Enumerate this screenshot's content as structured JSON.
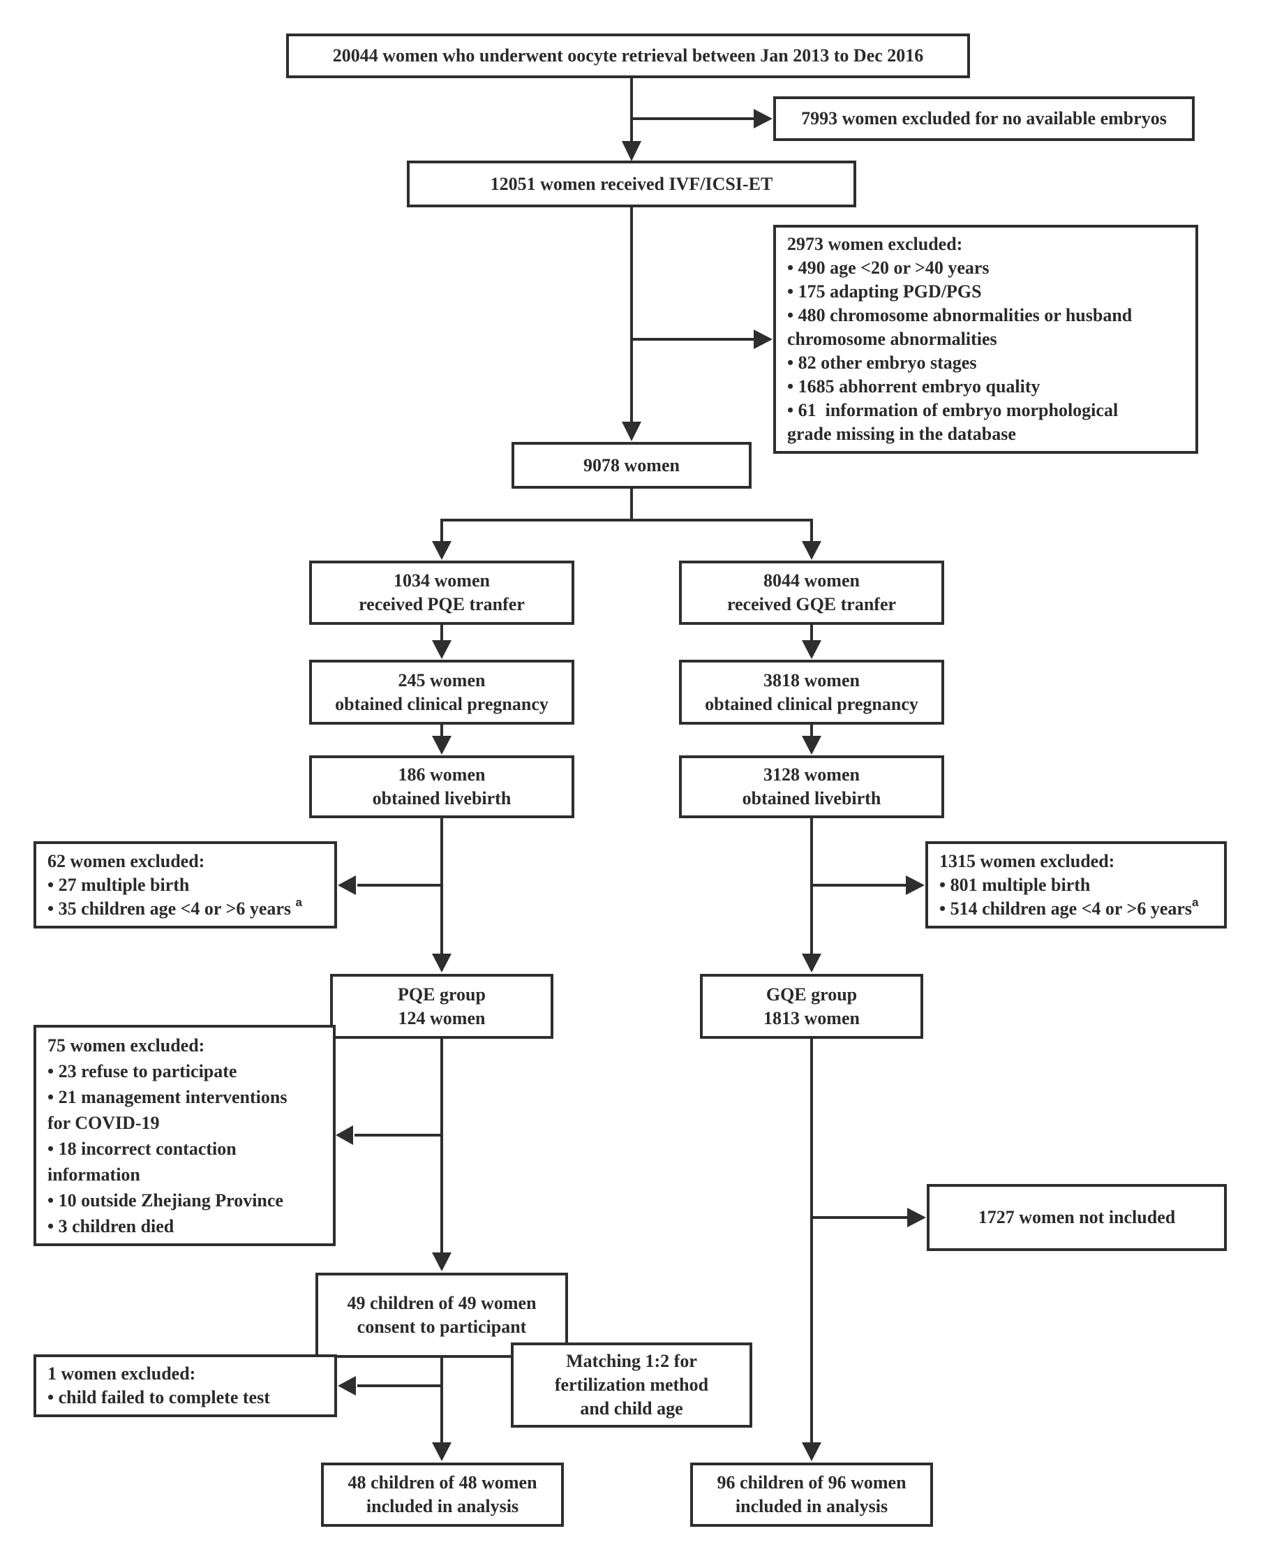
{
  "figure": {
    "background": "#ffffff",
    "line_color": "#2e2e2e",
    "text_color": "#2a2a2a"
  },
  "boxes": {
    "retrieval": {
      "lines": [
        "20044 women who underwent oocyte retrieval between Jan 2013 to Dec 2016"
      ]
    },
    "excl_no_embryos": {
      "lines": [
        "7993 women excluded for no available embryos"
      ]
    },
    "ivf_icsi": {
      "lines": [
        "12051 women received IVF/ICSI-ET"
      ]
    },
    "excl_2973": {
      "lines": [
        "2973 women excluded:",
        "• 490 age <20 or >40 years",
        "• 175 adapting PGD/PGS",
        "• 480 chromosome abnormalities or husband",
        "chromosome abnormalities",
        "• 82 other embryo stages",
        "• 1685 abhorrent embryo quality",
        "• 61  information of embryo morphological",
        "grade missing in the database"
      ]
    },
    "women_9078": {
      "lines": [
        "9078 women"
      ]
    },
    "pqe_transfer": {
      "lines": [
        "1034 women",
        "received PQE tranfer"
      ]
    },
    "gqe_transfer": {
      "lines": [
        "8044 women",
        "received GQE tranfer"
      ]
    },
    "pqe_pregnancy": {
      "lines": [
        "245 women",
        "obtained clinical pregnancy"
      ]
    },
    "gqe_pregnancy": {
      "lines": [
        "3818 women",
        "obtained clinical pregnancy"
      ]
    },
    "pqe_livebirth": {
      "lines": [
        "186 women",
        "obtained livebirth"
      ]
    },
    "gqe_livebirth": {
      "lines": [
        "3128 women",
        "obtained livebirth"
      ]
    },
    "excl_62": {
      "lines": [
        "62 women excluded:",
        "• 27 multiple birth",
        "• 35 children age <4 or >6 years "
      ],
      "superscript": "a"
    },
    "excl_1315": {
      "lines": [
        "1315 women excluded:",
        "• 801 multiple birth",
        "• 514 children age <4 or >6 years"
      ],
      "superscript": "a"
    },
    "pqe_group": {
      "lines": [
        "PQE group",
        "124 women"
      ]
    },
    "gqe_group": {
      "lines": [
        "GQE group",
        "1813 women"
      ]
    },
    "excl_75": {
      "lines": [
        "75 women excluded:",
        "• 23 refuse to participate",
        "• 21 management interventions",
        "for COVID-19",
        "• 18 incorrect contaction",
        "information",
        "• 10 outside Zhejiang Province",
        "• 3 children died"
      ]
    },
    "not_included": {
      "lines": [
        "1727 women not included"
      ]
    },
    "consent": {
      "lines": [
        "49 children of 49 women",
        "consent to participant"
      ]
    },
    "excl_1": {
      "lines": [
        "1 women excluded:",
        "• child failed to complete test"
      ]
    },
    "matching": {
      "lines": [
        "Matching 1:2 for",
        "fertilization method",
        "and child age"
      ]
    },
    "pqe_final": {
      "lines": [
        "48 children of 48 women",
        "included in analysis"
      ]
    },
    "gqe_final": {
      "lines": [
        "96 children of 96 women",
        "included in analysis"
      ]
    }
  }
}
